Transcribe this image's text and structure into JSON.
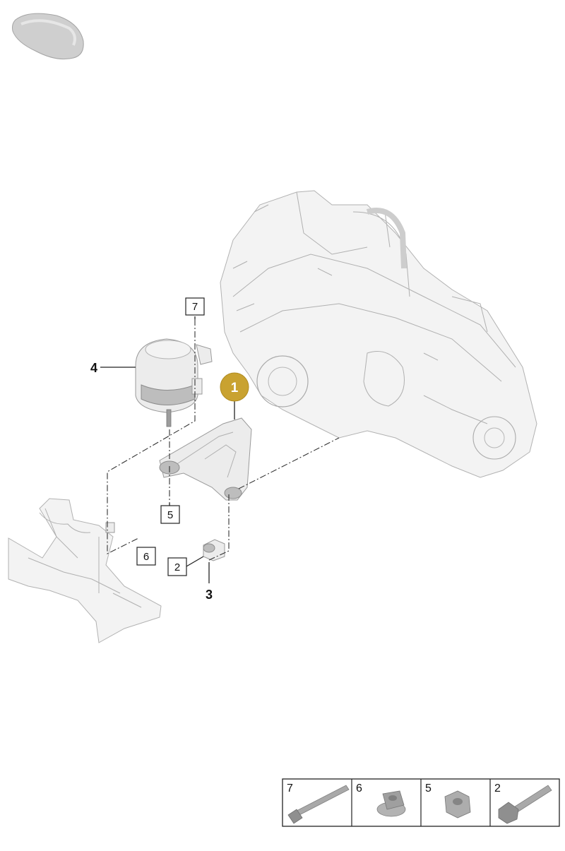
{
  "callouts": {
    "highlighted": "1",
    "item2": "2",
    "item3": "3",
    "item4": "4",
    "item5": "5",
    "item6": "6",
    "item7": "7"
  },
  "legend": {
    "cells": [
      {
        "label": "7",
        "icon": "bolt-long-icon"
      },
      {
        "label": "6",
        "icon": "flange-nut-icon"
      },
      {
        "label": "5",
        "icon": "hex-nut-icon"
      },
      {
        "label": "2",
        "icon": "hex-bolt-icon"
      }
    ]
  },
  "colors": {
    "highlight": "#c9a230",
    "part_fill": "#ececec",
    "part_stroke": "#9a9a9a"
  }
}
